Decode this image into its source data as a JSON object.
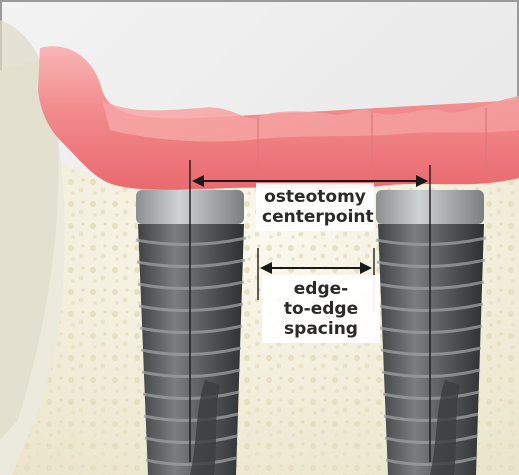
{
  "labels": {
    "osteotomy_centerpoint": [
      "osteotomy",
      "centerpoint"
    ],
    "edge_to_edge_spacing": [
      "edge-",
      "to-edge",
      "spacing"
    ]
  },
  "colors": {
    "gingiva": "#f07c80",
    "bone": "#f2eed9",
    "implant": "#5f6366",
    "dimension_line": "#1a1a1a"
  }
}
